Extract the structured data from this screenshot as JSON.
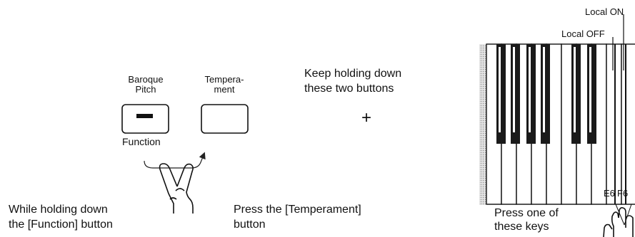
{
  "buttons": {
    "baroque": {
      "line1": "Baroque",
      "line2": "Pitch",
      "function_label": "Function"
    },
    "temperament": {
      "line1": "Tempera-",
      "line2": "ment"
    }
  },
  "instructions": {
    "keep_holding_line1": "Keep holding down",
    "keep_holding_line2": "these two buttons",
    "while_holding_line1": "While holding down",
    "while_holding_line2": "the [Function] button",
    "press_temperament_line1": "Press the [Temperament]",
    "press_temperament_line2": "button",
    "press_keys_line1": "Press one of",
    "press_keys_line2": "these keys"
  },
  "keyboard": {
    "local_on": "Local ON",
    "local_off": "Local OFF",
    "key_e6": "E6",
    "key_f6": "F6"
  },
  "symbols": {
    "plus": "+"
  }
}
